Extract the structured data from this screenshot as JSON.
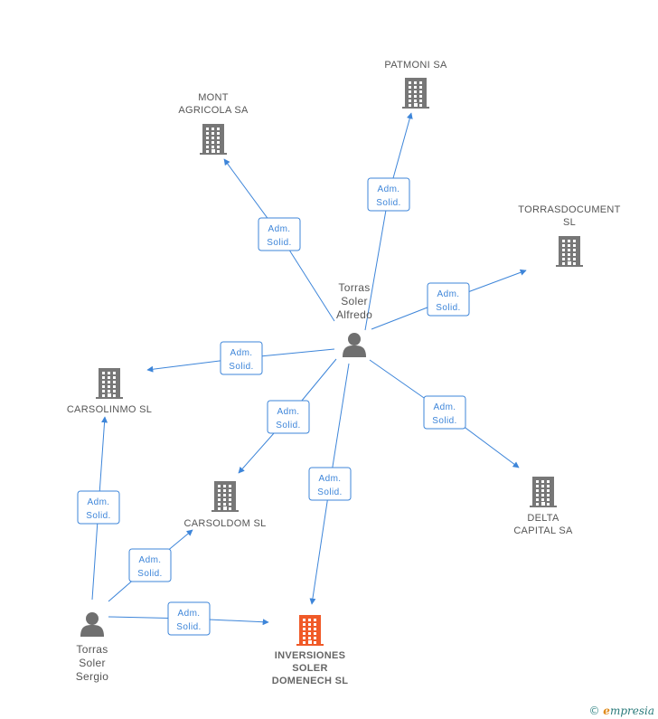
{
  "colors": {
    "edge": "#3d85d9",
    "building": "#777777",
    "building_highlight": "#f05a28",
    "person": "#6f6f6f"
  },
  "nodes": [
    {
      "id": "patmoni",
      "type": "company",
      "lines": [
        "PATMONI SA"
      ]
    },
    {
      "id": "mont",
      "type": "company",
      "lines": [
        "MONT",
        "AGRICOLA SA"
      ]
    },
    {
      "id": "torrasdoc",
      "type": "company",
      "lines": [
        "TORRASDOCUMENT",
        "SL"
      ]
    },
    {
      "id": "carsolinmo",
      "type": "company",
      "lines": [
        "CARSOLINMO SL"
      ]
    },
    {
      "id": "carsoldom",
      "type": "company",
      "lines": [
        "CARSOLDOM SL"
      ]
    },
    {
      "id": "delta",
      "type": "company",
      "lines": [
        "DELTA",
        "CAPITAL SA"
      ]
    },
    {
      "id": "inversiones",
      "type": "company",
      "highlight": true,
      "lines": [
        "INVERSIONES",
        "SOLER",
        "DOMENECH SL"
      ]
    },
    {
      "id": "alfredo",
      "type": "person",
      "lines": [
        "Torras",
        "Soler",
        "Alfredo"
      ]
    },
    {
      "id": "sergio",
      "type": "person",
      "lines": [
        "Torras",
        "Soler",
        "Sergio"
      ]
    }
  ],
  "edges": [
    {
      "from": "alfredo",
      "to": "patmoni",
      "label": [
        "Adm.",
        "Solid."
      ]
    },
    {
      "from": "alfredo",
      "to": "mont",
      "label": [
        "Adm.",
        "Solid."
      ]
    },
    {
      "from": "alfredo",
      "to": "torrasdoc",
      "label": [
        "Adm.",
        "Solid."
      ]
    },
    {
      "from": "alfredo",
      "to": "carsolinmo",
      "label": [
        "Adm.",
        "Solid."
      ]
    },
    {
      "from": "alfredo",
      "to": "carsoldom",
      "label": [
        "Adm.",
        "Solid."
      ]
    },
    {
      "from": "alfredo",
      "to": "inversiones",
      "label": [
        "Adm.",
        "Solid."
      ]
    },
    {
      "from": "alfredo",
      "to": "delta",
      "label": [
        "Adm.",
        "Solid."
      ]
    },
    {
      "from": "sergio",
      "to": "carsolinmo",
      "label": [
        "Adm.",
        "Solid."
      ]
    },
    {
      "from": "sergio",
      "to": "carsoldom",
      "label": [
        "Adm.",
        "Solid."
      ]
    },
    {
      "from": "sergio",
      "to": "inversiones",
      "label": [
        "Adm.",
        "Solid."
      ]
    }
  ],
  "footer": {
    "copyright": "©",
    "brand_first": "e",
    "brand_rest": "mpresia"
  }
}
